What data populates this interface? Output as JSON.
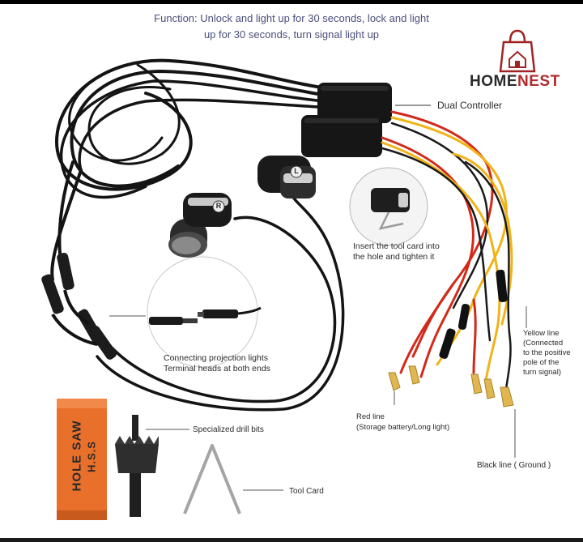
{
  "function_text_line1": "Function: Unlock and light up for 30 seconds, lock and light",
  "function_text_line2": "up for 30 seconds, turn signal light up",
  "brand": {
    "part1": "HOME",
    "part2": "NEST",
    "color_dark": "#2a2a2a",
    "color_red": "#b22b2b"
  },
  "labels": {
    "dual_controller": "Dual Controller",
    "tool_card_insert_line1": "Insert the tool card into",
    "tool_card_insert_line2": "the hole and tighten it",
    "connecting_line1": "Connecting projection lights",
    "connecting_line2": "Terminal heads at both ends",
    "yellow_line": [
      "Yellow line",
      "(Connected",
      "to the positive",
      "pole of the",
      "turn signal)"
    ],
    "red_line_line1": "Red line",
    "red_line_line2": "(Storage battery/Long light)",
    "black_line": "Black line ( Ground )",
    "drill_bits": "Specialized drill bits",
    "tool_card": "Tool Card"
  },
  "box": {
    "line1": "HOLE  SAW",
    "line2": "H.S.S",
    "color": "#e8702a"
  },
  "lamp_marks": {
    "right": "R",
    "left": "L"
  },
  "wire_colors": {
    "red": "#d22a1a",
    "yellow": "#f0b418",
    "black": "#1a1a1a"
  }
}
